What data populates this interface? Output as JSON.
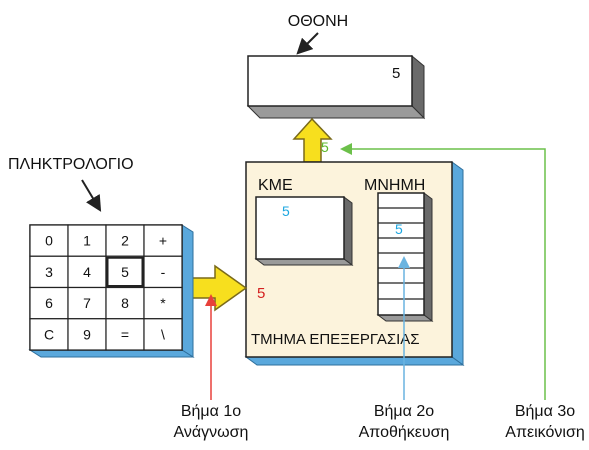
{
  "screen": {
    "label": "ΟΘΟΝΗ",
    "value": "5"
  },
  "keyboard": {
    "label": "ΠΛΗΚΤΡΟΛΟΓΙΟ",
    "rows": [
      [
        "0",
        "1",
        "2",
        "+"
      ],
      [
        "3",
        "4",
        "5",
        "-"
      ],
      [
        "6",
        "7",
        "8",
        "*"
      ],
      [
        "C",
        "9",
        "=",
        "\\"
      ]
    ]
  },
  "processing_unit": {
    "label": "ΤΜΗΜΑ ΕΠΕΞΕΡΓΑΣΙΑΣ",
    "cpu_label": "ΚΜΕ",
    "cpu_value": "5",
    "memory_label": "ΜΝΗΜΗ",
    "memory_value": "5",
    "input_value": "5"
  },
  "output_value": "5",
  "steps": [
    {
      "title": "Βήμα 1ο",
      "desc": "Ανάγνωση",
      "color": "#e8403a"
    },
    {
      "title": "Βήμα 2ο",
      "desc": "Αποθήκευση",
      "color": "#6ab4e0"
    },
    {
      "title": "Βήμα 3ο",
      "desc": "Απεικόνιση",
      "color": "#6cc04a"
    }
  ],
  "colors": {
    "shadow_blue": "#5aa8dc",
    "panel_cream": "#fcf3dc",
    "arrow_yellow": "#f7df1e",
    "arrow_outline": "#7a6a1a",
    "value_red": "#d42020",
    "value_cyan": "#1ea7e0",
    "value_green": "#5cb82a"
  }
}
